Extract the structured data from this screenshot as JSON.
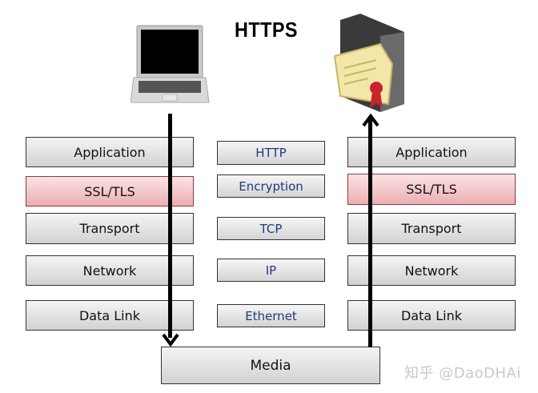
{
  "title": "HTTPS",
  "client": {
    "icon": "laptop-icon"
  },
  "server": {
    "icon": "server-certificate-icon"
  },
  "left_stack": {
    "layers": [
      {
        "label": "Application",
        "highlight": false
      },
      {
        "label": "SSL/TLS",
        "highlight": true
      },
      {
        "label": "Transport",
        "highlight": false
      },
      {
        "label": "Network",
        "highlight": false
      },
      {
        "label": "Data Link",
        "highlight": false
      }
    ]
  },
  "protocols": [
    {
      "label": "HTTP"
    },
    {
      "label": "Encryption"
    },
    {
      "label": "TCP"
    },
    {
      "label": "IP"
    },
    {
      "label": "Ethernet"
    }
  ],
  "right_stack": {
    "layers": [
      {
        "label": "Application",
        "highlight": false
      },
      {
        "label": "SSL/TLS",
        "highlight": true
      },
      {
        "label": "Transport",
        "highlight": false
      },
      {
        "label": "Network",
        "highlight": false
      },
      {
        "label": "Data Link",
        "highlight": false
      }
    ]
  },
  "media": {
    "label": "Media"
  },
  "watermark": "知乎 @DaoDHAi",
  "colors": {
    "highlight": "#ecaeb2",
    "protocol_text": "#1f3a7a",
    "box": "#d2d2d2"
  }
}
